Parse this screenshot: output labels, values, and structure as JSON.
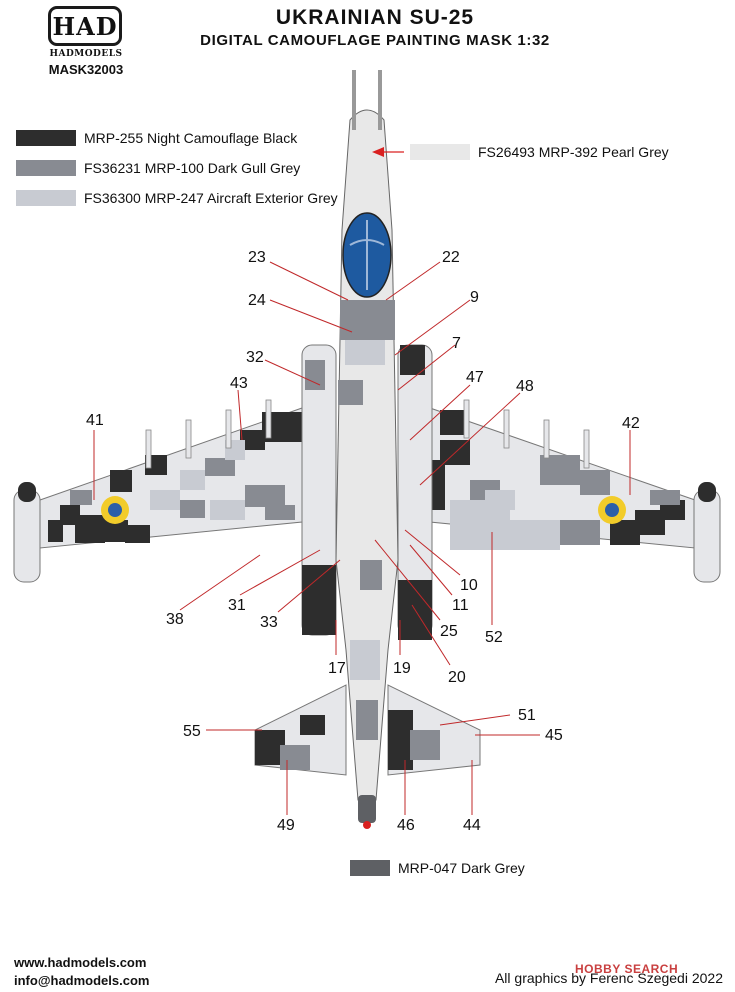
{
  "header": {
    "logo_text": "HAD",
    "logo_subtext": "HADMODELS",
    "product_code": "MASK32003",
    "title": "UKRAINIAN SU-25",
    "subtitle": "DIGITAL CAMOUFLAGE PAINTING MASK 1:32"
  },
  "legend": [
    {
      "label": "MRP-255 Night Camouflage Black",
      "color": "#2d2d2d"
    },
    {
      "label": "FS36231 MRP-100 Dark Gull Grey",
      "color": "#888b92"
    },
    {
      "label": "FS36300 MRP-247 Aircraft Exterior Grey",
      "color": "#c8cbd2"
    },
    {
      "label": "FS26493 MRP-392 Pearl Grey",
      "color": "#e8e8e8"
    },
    {
      "label": "MRP-047 Dark Grey",
      "color": "#5e6064"
    }
  ],
  "callouts": [
    "23",
    "22",
    "24",
    "9",
    "32",
    "7",
    "43",
    "47",
    "48",
    "41",
    "42",
    "10",
    "11",
    "25",
    "52",
    "38",
    "31",
    "33",
    "17",
    "19",
    "20",
    "55",
    "51",
    "45",
    "49",
    "46",
    "44"
  ],
  "footer": {
    "website": "www.hadmodels.com",
    "email": "info@hadmodels.com",
    "credit": "All graphics by Ferenc Szegedi 2022",
    "watermark": "HOBBY SEARCH"
  },
  "colors": {
    "roundel_blue": "#2c5fa8",
    "roundel_yellow": "#f2cc2a",
    "canopy_blue": "#1e5aa0",
    "nose_arrow": "#d92020"
  }
}
